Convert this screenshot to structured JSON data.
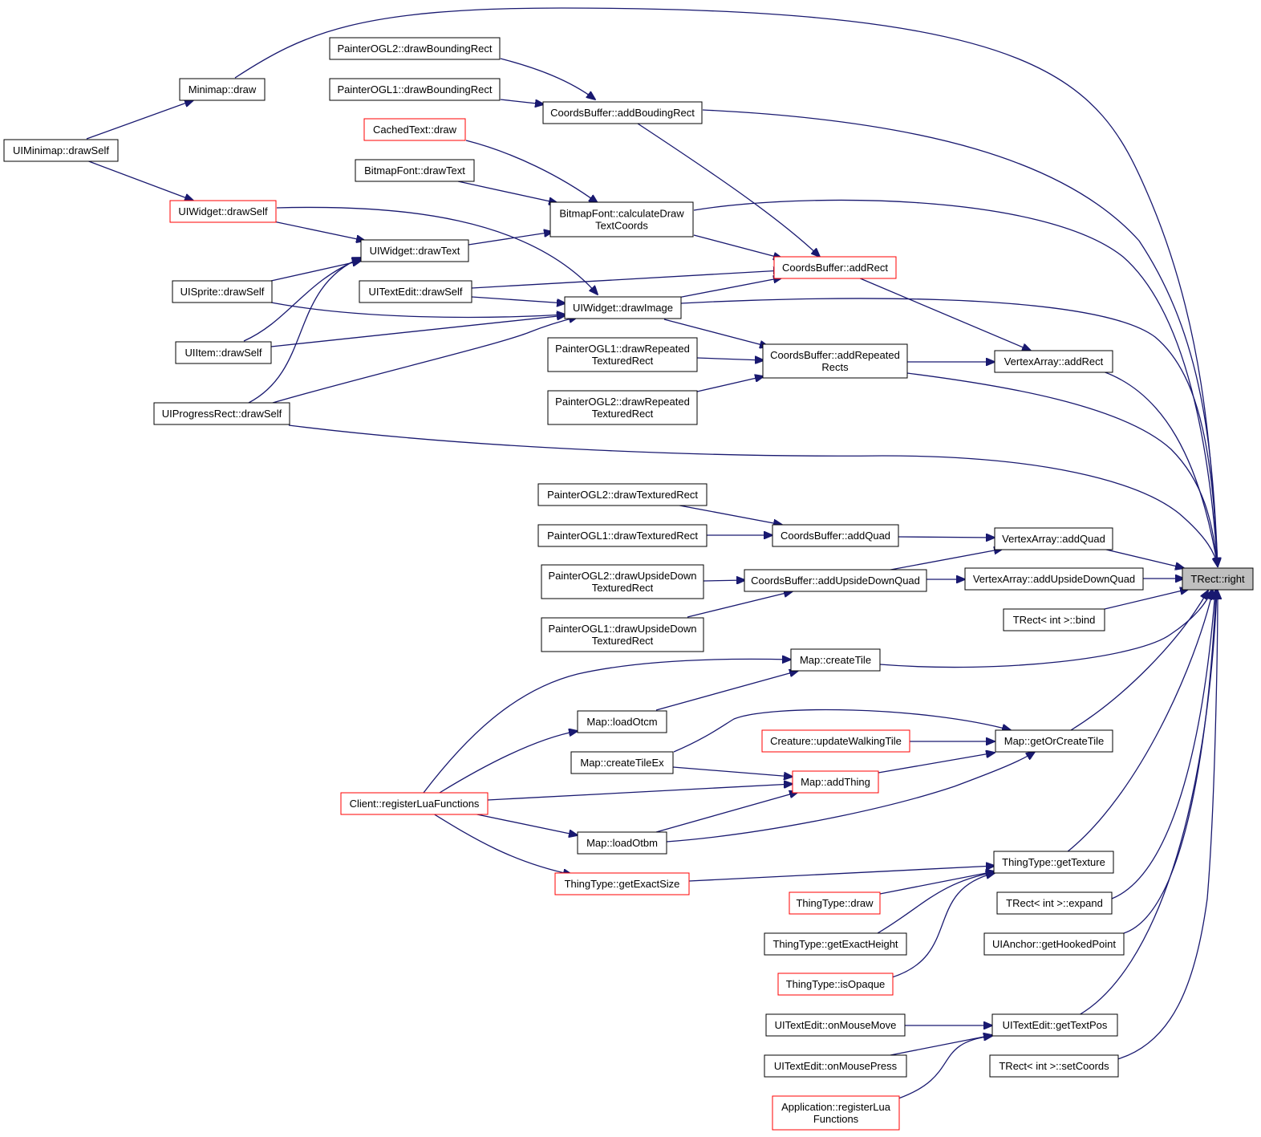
{
  "graph": {
    "nodes": [
      {
        "id": "right",
        "lines": [
          "TRect::right"
        ],
        "root": true
      },
      {
        "id": "minimapDraw",
        "lines": [
          "Minimap::draw"
        ]
      },
      {
        "id": "uiMinimapDrawSelf",
        "lines": [
          "UIMinimap::drawSelf"
        ]
      },
      {
        "id": "pogl2BoundingRect",
        "lines": [
          "PainterOGL2::drawBoundingRect"
        ]
      },
      {
        "id": "pogl1BoundingRect",
        "lines": [
          "PainterOGL1::drawBoundingRect"
        ]
      },
      {
        "id": "addBoudingRect",
        "lines": [
          "CoordsBuffer::addBoudingRect"
        ]
      },
      {
        "id": "cachedTextDraw",
        "lines": [
          "CachedText::draw"
        ],
        "red": true
      },
      {
        "id": "bitmapFontDrawText",
        "lines": [
          "BitmapFont::drawText"
        ]
      },
      {
        "id": "calcDrawTextCoords",
        "lines": [
          "BitmapFont::calculateDraw",
          "TextCoords"
        ]
      },
      {
        "id": "uiWidgetDrawSelf",
        "lines": [
          "UIWidget::drawSelf"
        ],
        "red": true
      },
      {
        "id": "uiWidgetDrawText",
        "lines": [
          "UIWidget::drawText"
        ]
      },
      {
        "id": "coordsAddRect",
        "lines": [
          "CoordsBuffer::addRect"
        ],
        "red": true
      },
      {
        "id": "uiSpriteDrawSelf",
        "lines": [
          "UISprite::drawSelf"
        ]
      },
      {
        "id": "uiTextEditDrawSelf",
        "lines": [
          "UITextEdit::drawSelf"
        ]
      },
      {
        "id": "uiWidgetDrawImage",
        "lines": [
          "UIWidget::drawImage"
        ]
      },
      {
        "id": "uiItemDrawSelf",
        "lines": [
          "UIItem::drawSelf"
        ]
      },
      {
        "id": "pogl1Repeated",
        "lines": [
          "PainterOGL1::drawRepeated",
          "TexturedRect"
        ]
      },
      {
        "id": "addRepeatedRects",
        "lines": [
          "CoordsBuffer::addRepeated",
          "Rects"
        ]
      },
      {
        "id": "vaAddRect",
        "lines": [
          "VertexArray::addRect"
        ]
      },
      {
        "id": "uiProgressRectDrawSelf",
        "lines": [
          "UIProgressRect::drawSelf"
        ]
      },
      {
        "id": "pogl2Repeated",
        "lines": [
          "PainterOGL2::drawRepeated",
          "TexturedRect"
        ]
      },
      {
        "id": "pogl2Textured",
        "lines": [
          "PainterOGL2::drawTexturedRect"
        ]
      },
      {
        "id": "pogl1Textured",
        "lines": [
          "PainterOGL1::drawTexturedRect"
        ]
      },
      {
        "id": "coordsAddQuad",
        "lines": [
          "CoordsBuffer::addQuad"
        ]
      },
      {
        "id": "vaAddQuad",
        "lines": [
          "VertexArray::addQuad"
        ]
      },
      {
        "id": "pogl2UpsideDown",
        "lines": [
          "PainterOGL2::drawUpsideDown",
          "TexturedRect"
        ]
      },
      {
        "id": "coordsAddUpsideDownQuad",
        "lines": [
          "CoordsBuffer::addUpsideDownQuad"
        ]
      },
      {
        "id": "vaAddUpsideDownQuad",
        "lines": [
          "VertexArray::addUpsideDownQuad"
        ]
      },
      {
        "id": "trectBind",
        "lines": [
          "TRect< int >::bind"
        ]
      },
      {
        "id": "pogl1UpsideDown",
        "lines": [
          "PainterOGL1::drawUpsideDown",
          "TexturedRect"
        ]
      },
      {
        "id": "mapCreateTile",
        "lines": [
          "Map::createTile"
        ]
      },
      {
        "id": "mapLoadOtcm",
        "lines": [
          "Map::loadOtcm"
        ]
      },
      {
        "id": "creatureUpdateWalkingTile",
        "lines": [
          "Creature::updateWalkingTile"
        ],
        "red": true
      },
      {
        "id": "mapGetOrCreateTile",
        "lines": [
          "Map::getOrCreateTile"
        ]
      },
      {
        "id": "mapCreateTileEx",
        "lines": [
          "Map::createTileEx"
        ]
      },
      {
        "id": "mapAddThing",
        "lines": [
          "Map::addThing"
        ],
        "red": true
      },
      {
        "id": "clientRegisterLua",
        "lines": [
          "Client::registerLuaFunctions"
        ],
        "red": true
      },
      {
        "id": "mapLoadOtbm",
        "lines": [
          "Map::loadOtbm"
        ]
      },
      {
        "id": "thingTypeGetTexture",
        "lines": [
          "ThingType::getTexture"
        ]
      },
      {
        "id": "thingTypeGetExactSize",
        "lines": [
          "ThingType::getExactSize"
        ],
        "red": true
      },
      {
        "id": "thingTypeDraw",
        "lines": [
          "ThingType::draw"
        ],
        "red": true
      },
      {
        "id": "trectExpand",
        "lines": [
          "TRect< int >::expand"
        ]
      },
      {
        "id": "thingTypeGetExactHeight",
        "lines": [
          "ThingType::getExactHeight"
        ]
      },
      {
        "id": "uiAnchorGetHookedPoint",
        "lines": [
          "UIAnchor::getHookedPoint"
        ]
      },
      {
        "id": "thingTypeIsOpaque",
        "lines": [
          "ThingType::isOpaque"
        ],
        "red": true
      },
      {
        "id": "uiTextEditOnMouseMove",
        "lines": [
          "UITextEdit::onMouseMove"
        ]
      },
      {
        "id": "uiTextEditGetTextPos",
        "lines": [
          "UITextEdit::getTextPos"
        ]
      },
      {
        "id": "uiTextEditOnMousePress",
        "lines": [
          "UITextEdit::onMousePress"
        ]
      },
      {
        "id": "trectSetCoords",
        "lines": [
          "TRect< int >::setCoords"
        ]
      },
      {
        "id": "appRegisterLua",
        "lines": [
          "Application::registerLua",
          "Functions"
        ],
        "red": true
      }
    ]
  }
}
